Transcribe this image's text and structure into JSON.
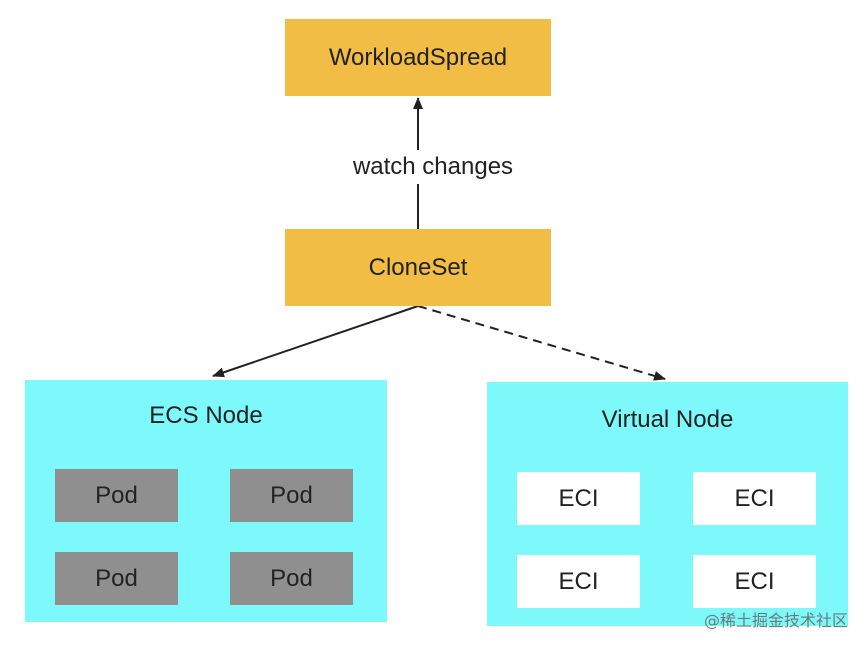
{
  "diagram": {
    "workloadspread_label": "WorkloadSpread",
    "cloneset_label": "CloneSet",
    "edge_label": "watch changes",
    "ecs_node": {
      "title": "ECS Node",
      "pods": [
        "Pod",
        "Pod",
        "Pod",
        "Pod"
      ]
    },
    "virtual_node": {
      "title": "Virtual Node",
      "ecis": [
        "ECI",
        "ECI",
        "ECI",
        "ECI"
      ]
    },
    "watermark": "@稀土掘金技术社区"
  },
  "colors": {
    "orange": "#f2bd44",
    "cyan": "#7ef9fb",
    "pod_gray": "#8f8f8f",
    "eci_white": "#ffffff"
  }
}
